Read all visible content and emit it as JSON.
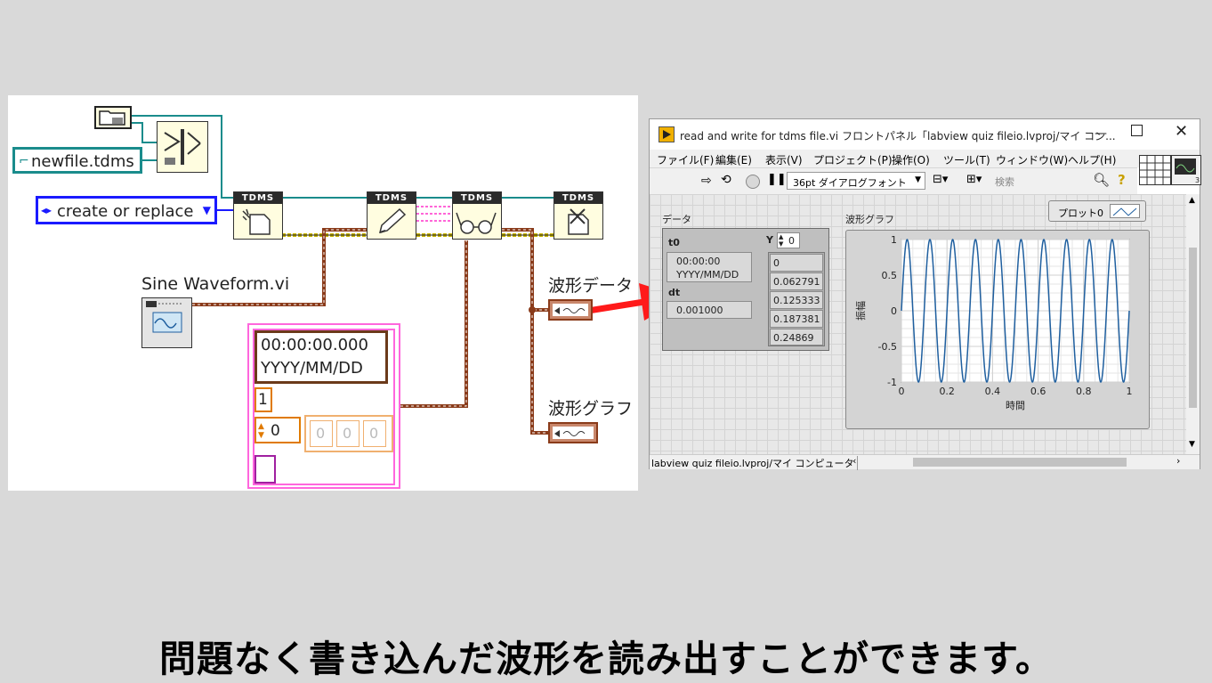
{
  "block_diagram": {
    "file_path_const": "newfile.tdms",
    "operation_enum": "create or replace",
    "tdms_label": "TDMS",
    "sine_vi_label": "Sine Waveform.vi",
    "waveform_const": {
      "t0": "00:00:00.000",
      "t0_format": "YYYY/MM/DD",
      "dt": "1",
      "index": "0",
      "array_values": [
        "0",
        "0",
        "0"
      ]
    },
    "indicator_waveform_data_label": "波形データ",
    "indicator_waveform_graph_label": "波形グラフ"
  },
  "front_panel": {
    "title": "read and write for tdms file.vi フロントパネル「labview quiz fileio.lvproj/マイ コン...",
    "menu": [
      "ファイル(F)",
      "編集(E)",
      "表示(V)",
      "プロジェクト(P)",
      "操作(O)",
      "ツール(T)",
      "ウィンドウ(W)",
      "ヘルプ(H)"
    ],
    "font_select": "36pt ダイアログフォント",
    "search_placeholder": "検索",
    "status_path": "labview quiz fileio.lvproj/マイ コンピュータ",
    "waveform_indicator": {
      "label": "データ",
      "t0_label": "t0",
      "t0_time": "00:00:00",
      "t0_date": "YYYY/MM/DD",
      "dt_label": "dt",
      "dt_value": "0.001000",
      "y_label": "Y",
      "y_index": "0",
      "y_values": [
        "0",
        "0.062791",
        "0.125333",
        "0.187381",
        "0.24869"
      ]
    },
    "graph": {
      "label": "波形グラフ",
      "plot_legend": "プロット0",
      "xlabel": "時間",
      "ylabel": "振幅"
    }
  },
  "caption": "問題なく書き込んだ波形を読み出すことができます。",
  "chart_data": {
    "type": "line",
    "title": "",
    "xlabel": "時間",
    "ylabel": "振幅",
    "xlim": [
      0,
      1
    ],
    "ylim": [
      -1,
      1
    ],
    "x_ticks": [
      "0",
      "0.2",
      "0.4",
      "0.6",
      "0.8",
      "1"
    ],
    "y_ticks": [
      "1",
      "0.5",
      "0",
      "-0.5",
      "-1"
    ],
    "grid": true,
    "series": [
      {
        "name": "プロット0",
        "function": "sine",
        "frequency_cycles": 10,
        "amplitude": 1,
        "dt": 0.001,
        "samples": 1000,
        "color": "#1f5f9f"
      }
    ]
  },
  "colors": {
    "path_wire": "#1a8c8c",
    "enum_wire": "#1a1aff",
    "waveform_wire": "#8a3b1a",
    "refnum_wire": "#c8b400",
    "string_wire": "#ff33cc",
    "arrow": "#ff1a1a"
  }
}
